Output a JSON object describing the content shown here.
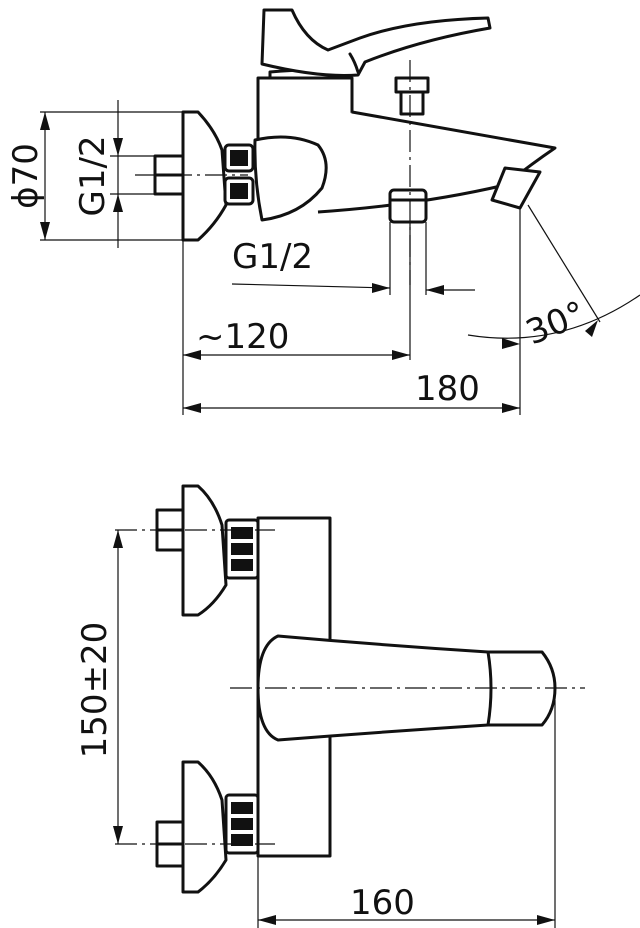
{
  "dimensions": {
    "diameter": "ϕ70",
    "thread_vertical": "G1/2",
    "thread_horizontal": "G1/2",
    "approx_120": "~120",
    "length_180": "180",
    "angle_30": "30°",
    "spacing": "150±20",
    "length_160": "160"
  }
}
